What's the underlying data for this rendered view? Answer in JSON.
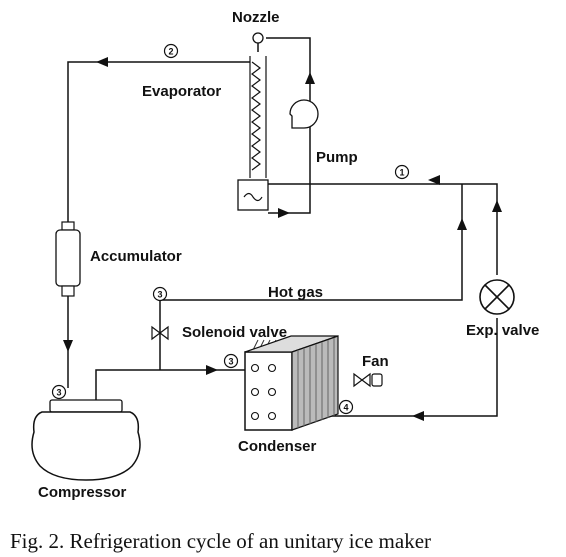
{
  "labels": {
    "nozzle": "Nozzle",
    "evaporator": "Evaporator",
    "pump": "Pump",
    "accumulator": "Accumulator",
    "hot_gas": "Hot gas",
    "solenoid_valve": "Solenoid valve",
    "fan": "Fan",
    "exp_valve": "Exp. valve",
    "condenser": "Condenser",
    "compressor": "Compressor"
  },
  "state_points": {
    "p1": "1",
    "p2": "2",
    "p3_top": "3",
    "p3_mid": "3",
    "p3_comp": "3",
    "p4": "4"
  },
  "caption": "Fig. 2. Refrigeration cycle of an unitary ice maker"
}
